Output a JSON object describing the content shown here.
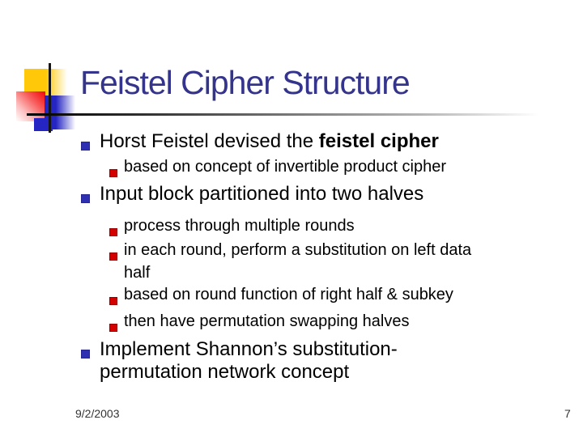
{
  "title": "Feistel Cipher Structure",
  "content": {
    "bullet1": {
      "text": "Horst Feistel devised the ",
      "bold_text": "feistel cipher",
      "sub1": "based on concept of invertible product cipher"
    },
    "bullet2": {
      "text": "Input block partitioned into two halves",
      "sub1": "process through multiple rounds",
      "sub2_line1": "in each round, perform a substitution on left data",
      "sub2_line2": "half",
      "sub3": "based on round function of right half & subkey",
      "sub4": "then have permutation swapping halves"
    },
    "bullet3": {
      "line1": "Implement Shannon’s substitution-",
      "line2": "permutation network concept"
    }
  },
  "footer": {
    "date": "9/2/2003",
    "slide_number": "7"
  },
  "icons": {
    "l1_bullet": "blue-square-bullet",
    "l2_bullet": "red-square-bullet"
  },
  "colors": {
    "title_text": "#34348c",
    "body_text": "#000000",
    "l1_bullet": "#2f2fb4",
    "l2_bullet": "#d40000",
    "accent_yellow": "#ffc808",
    "accent_red": "#f20505",
    "accent_blue": "#2525c4",
    "divider_line_start": "#000000"
  }
}
